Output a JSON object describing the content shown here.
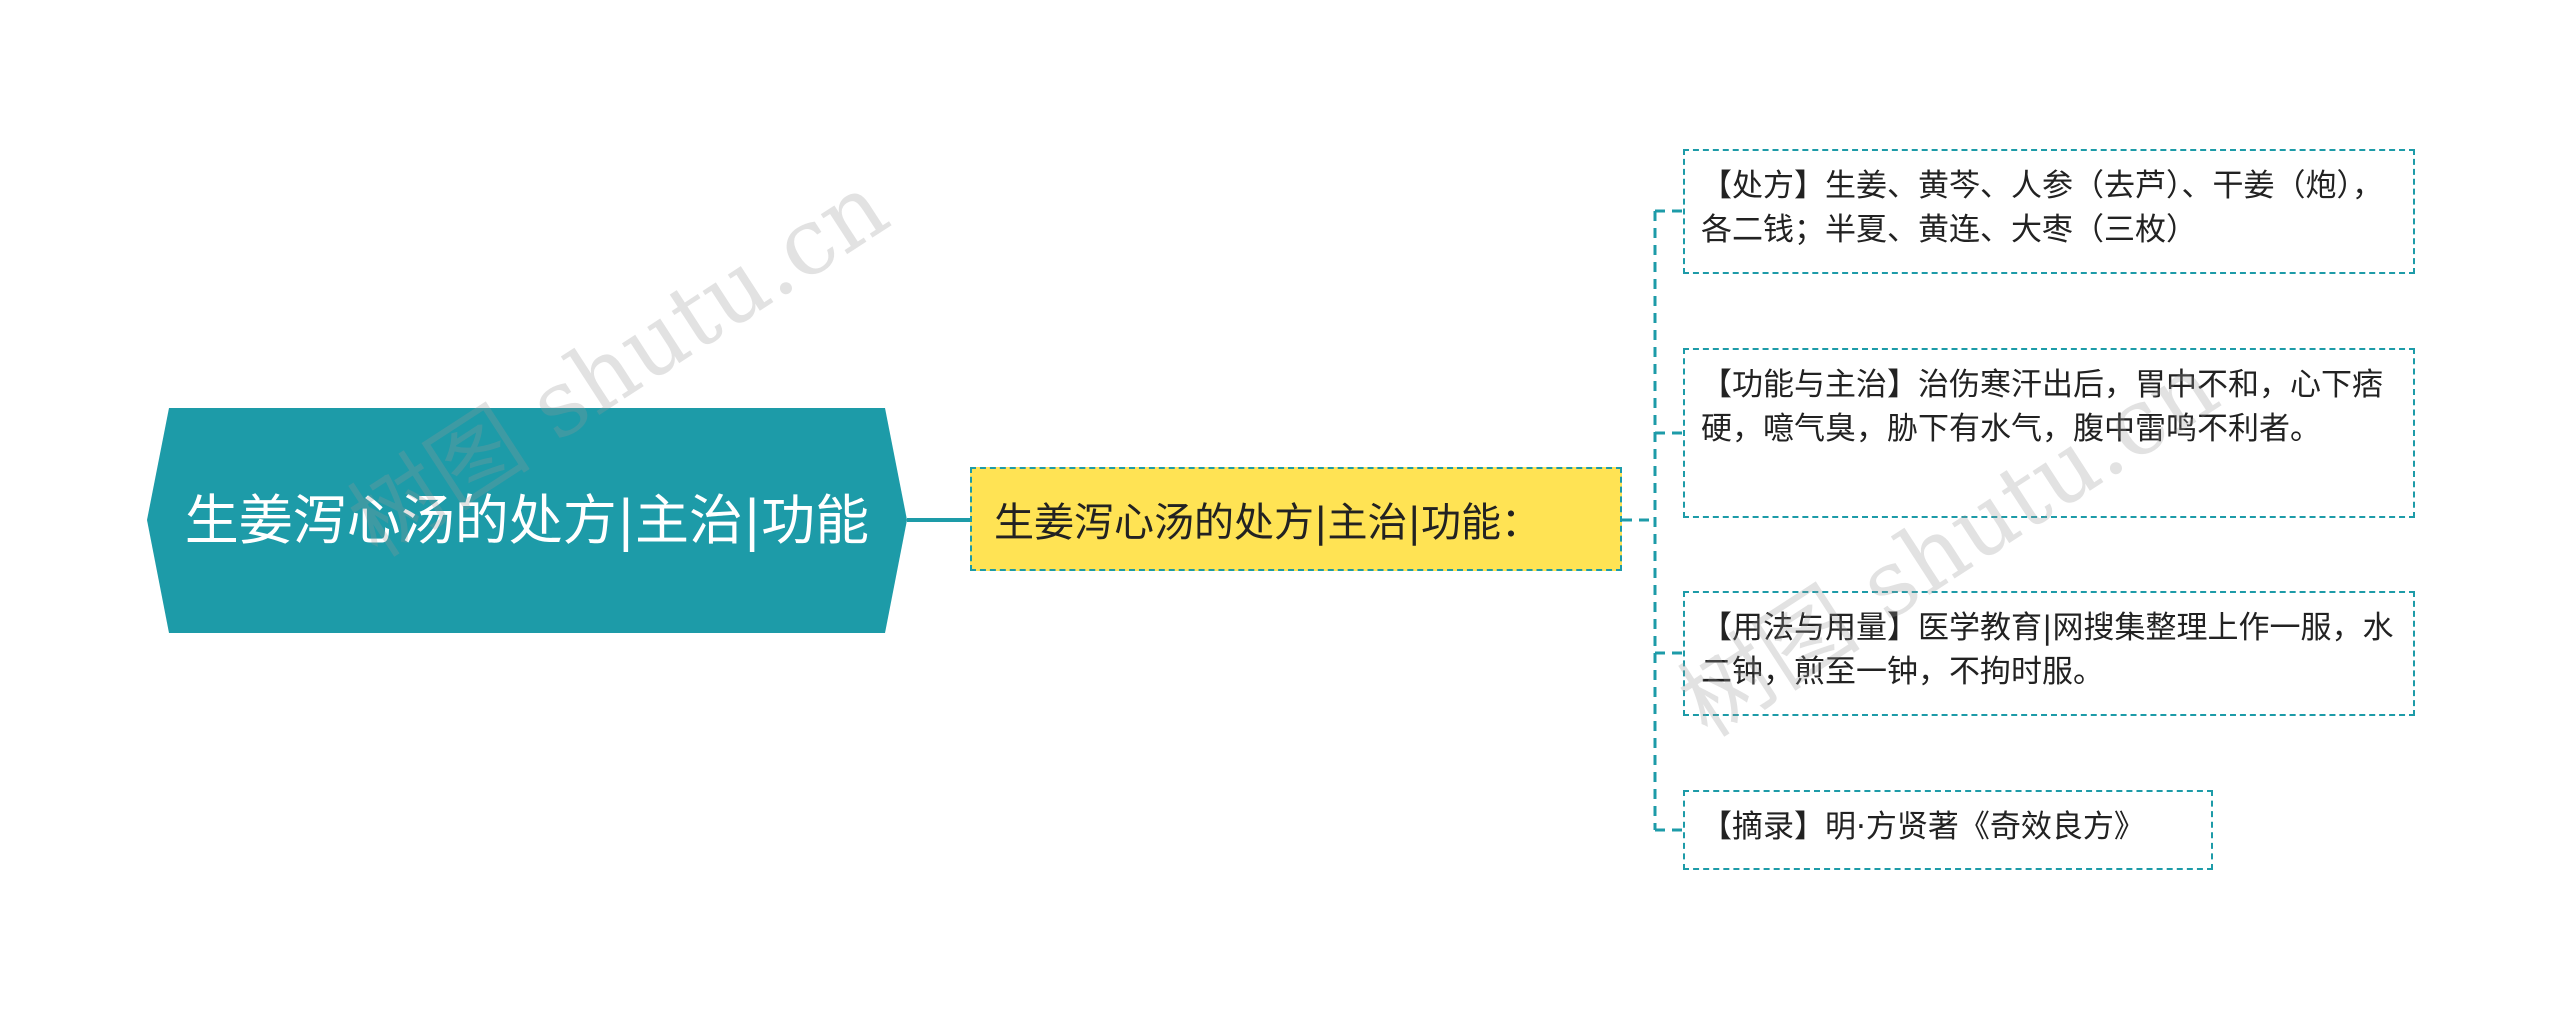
{
  "root": {
    "label": "生姜泻心汤的处方|主治|功能"
  },
  "middle": {
    "label": "生姜泻心汤的处方|主治|功能："
  },
  "leaves": [
    {
      "label": "【处方】生姜、黄芩、人参（去芦）、干姜（炮），各二钱；半夏、黄连、大枣（三枚）"
    },
    {
      "label": "【功能与主治】治伤寒汗出后，胃中不和，心下痞硬，噫气臭，胁下有水气，腹中雷鸣不利者。"
    },
    {
      "label": "【用法与用量】医学教育|网搜集整理上作一服，水二钟，煎至一钟，不拘时服。"
    },
    {
      "label": "【摘录】明·方贤著《奇效良方》"
    }
  ],
  "watermark": {
    "text": "树图 shutu.cn"
  },
  "colors": {
    "root_fill": "#1d9ba8",
    "middle_fill": "#ffe354",
    "connector": "#1d9ba8",
    "leaf_border": "#1d9ba8"
  }
}
